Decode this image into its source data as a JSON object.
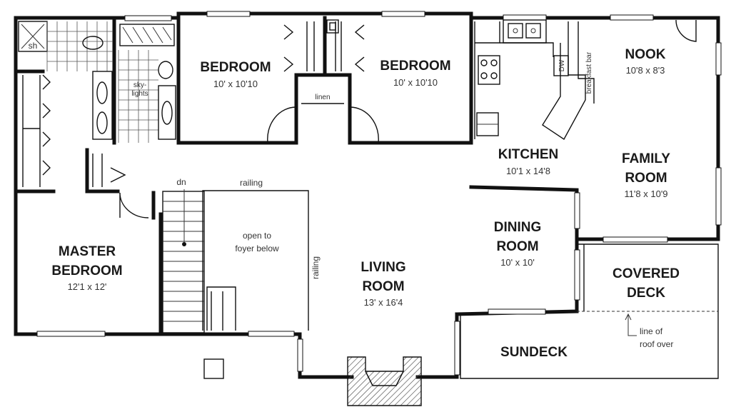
{
  "rooms": {
    "master_bedroom": {
      "name_line1": "MASTER",
      "name_line2": "BEDROOM",
      "size": "12'1 x 12'"
    },
    "bedroom_left": {
      "name": "BEDROOM",
      "size": "10' x 10'10"
    },
    "bedroom_right": {
      "name": "BEDROOM",
      "size": "10' x 10'10"
    },
    "kitchen": {
      "name": "KITCHEN",
      "size": "10'1 x 14'8"
    },
    "nook": {
      "name": "NOOK",
      "size": "10'8 x 8'3"
    },
    "family_room": {
      "name_line1": "FAMILY",
      "name_line2": "ROOM",
      "size": "11'8 x 10'9"
    },
    "dining_room": {
      "name_line1": "DINING",
      "name_line2": "ROOM",
      "size": "10' x 10'"
    },
    "living_room": {
      "name_line1": "LIVING",
      "name_line2": "ROOM",
      "size": "13' x 16'4"
    },
    "covered_deck": {
      "name_line1": "COVERED",
      "name_line2": "DECK"
    },
    "sundeck": {
      "name": "SUNDECK"
    }
  },
  "notes": {
    "shower": "sh",
    "skylights_line1": "sky-",
    "skylights_line2": "lights",
    "linen": "linen",
    "down": "dn",
    "railing_top": "railing",
    "railing_side": "railing",
    "open_foyer_line1": "open to",
    "open_foyer_line2": "foyer below",
    "breakfast_bar": "breakfast bar",
    "dishwasher": "DW",
    "roof_line1": "line of",
    "roof_line2": "roof over"
  }
}
